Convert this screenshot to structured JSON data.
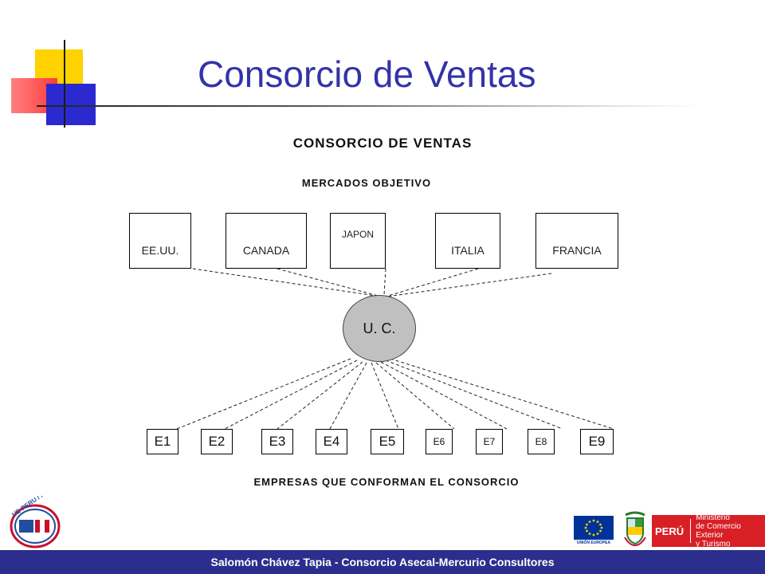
{
  "slide": {
    "title": "Consorcio de Ventas",
    "diagram_title": "CONSORCIO  DE  VENTAS",
    "markets_label": "MERCADOS  OBJETIVO",
    "markets": [
      "EE.UU.",
      "CANADA",
      "JAPON",
      "ITALIA",
      "FRANCIA"
    ],
    "hub_label": "U. C.",
    "companies": [
      "E1",
      "E2",
      "E3",
      "E4",
      "E5",
      "E6",
      "E7",
      "E8",
      "E9"
    ],
    "companies_label": "EMPRESAS  QUE  CONFORMAN  EL  CONSORCIO"
  },
  "logos": {
    "left_logo_text": "UE-PERU / PENX",
    "eu_label": "UNIÓN EUROPEA",
    "peru_label": "PERÚ",
    "ministry_label": "Ministerio\nde Comercio Exterior\ny Turismo"
  },
  "footer": {
    "text": "Salomón Chávez Tapia - Consorcio Asecal-Mercurio Consultores"
  },
  "colors": {
    "title": "#3333a8",
    "footer_bg": "#2b2e8c",
    "hub_fill": "#c0c0c0",
    "accent_yellow": "#ffd200",
    "accent_red": "#ff3b3b",
    "accent_blue": "#2a2ad0"
  }
}
